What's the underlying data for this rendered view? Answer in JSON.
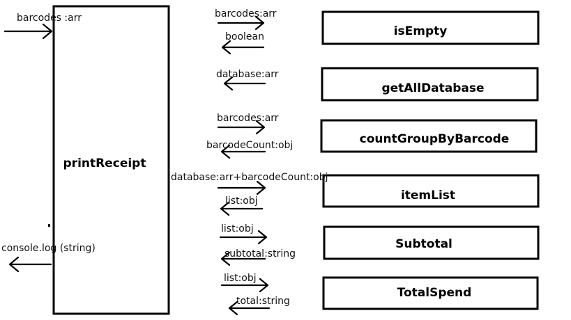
{
  "main": {
    "name": "printReceipt",
    "input_label": "barcodes :arr",
    "output_label": "console.log (string)"
  },
  "functions": [
    {
      "name": "isEmpty",
      "in_label": "barcodes:arr",
      "out_label": "boolean"
    },
    {
      "name": "getAllDatabase",
      "in_label": "",
      "out_label": "database:arr"
    },
    {
      "name": "countGroupByBarcode",
      "in_label": "barcodes:arr",
      "out_label": "barcodeCount:obj"
    },
    {
      "name": "itemList",
      "in_label": "database:arr+barcodeCount:obj",
      "out_label": "list:obj"
    },
    {
      "name": "Subtotal",
      "in_label": "list:obj",
      "out_label": "subtotal:string"
    },
    {
      "name": "TotalSpend",
      "in_label": "list:obj",
      "out_label": "total:string"
    }
  ],
  "colors": {
    "stroke": "#000000",
    "background": "#ffffff"
  }
}
